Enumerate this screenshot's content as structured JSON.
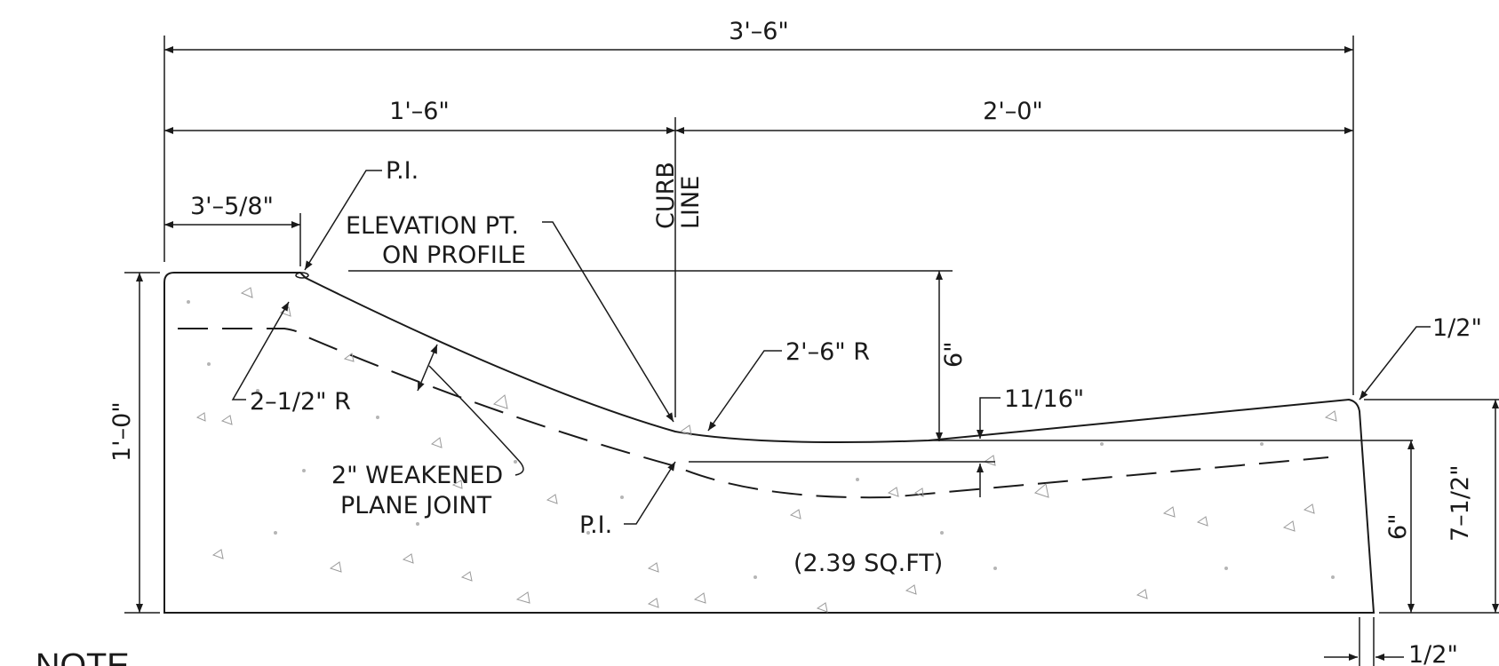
{
  "dimensions": {
    "overall_width": "3'–6\"",
    "left_width": "1'–6\"",
    "right_width": "2'–0\"",
    "lip_offset": "3'–5/8\"",
    "total_height": "1'–0\"",
    "flowline_depth": "6\"",
    "right_depth": "6\"",
    "right_height": "7–1/2\"",
    "top_radius": "1/2\"",
    "bottom_batter": "1/2\"",
    "gutter_drop": "11/16\""
  },
  "labels": {
    "pi_top": "P.I.",
    "pi_bottom": "P.I.",
    "elevation_line1": "ELEVATION PT.",
    "elevation_line2": "ON PROFILE",
    "curb_line_1": "CURB",
    "curb_line_2": "LINE",
    "radius_small": "2–1/2\" R",
    "radius_large": "2'–6\" R",
    "joint_line1": "2\" WEAKENED",
    "joint_line2": "PLANE JOINT",
    "area": "(2.39 SQ.FT)"
  },
  "note": {
    "heading": "NOTE"
  }
}
